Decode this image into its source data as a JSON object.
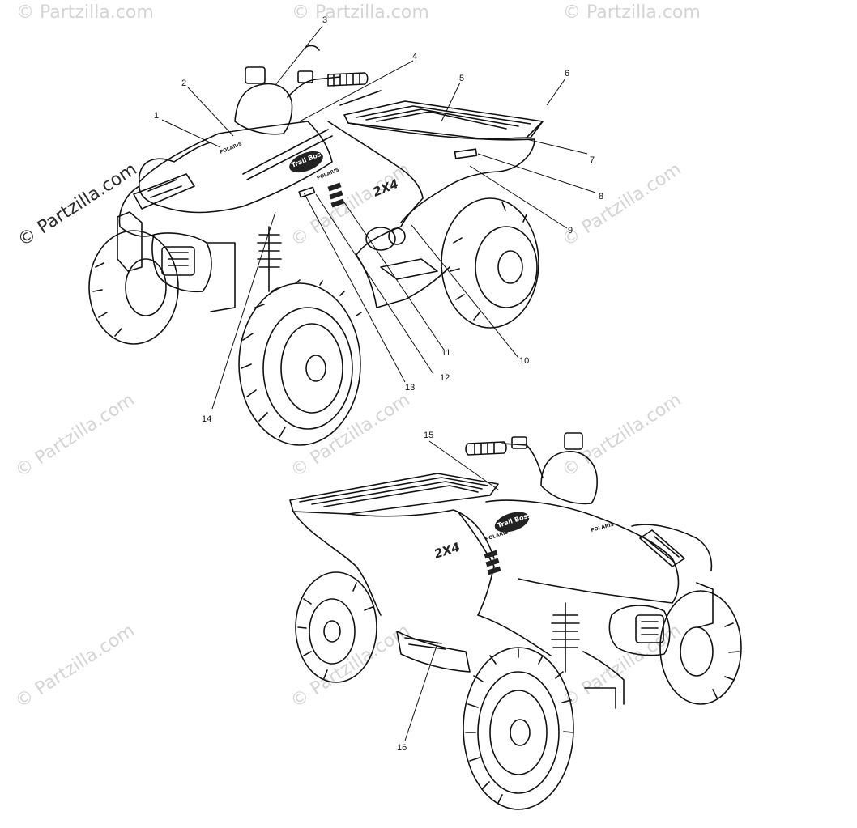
{
  "watermark": {
    "text": "© Partzilla.com",
    "color_light": "#d4d4d4",
    "color_dark": "#2a2a2a"
  },
  "decals": {
    "model_name": "Trail Boss",
    "drive_badge": "2X4",
    "brand": "POLARIS"
  },
  "callouts": [
    {
      "number": "1"
    },
    {
      "number": "2"
    },
    {
      "number": "3"
    },
    {
      "number": "4"
    },
    {
      "number": "5"
    },
    {
      "number": "6"
    },
    {
      "number": "7"
    },
    {
      "number": "8"
    },
    {
      "number": "9"
    },
    {
      "number": "10"
    },
    {
      "number": "11"
    },
    {
      "number": "12"
    },
    {
      "number": "13"
    },
    {
      "number": "14"
    },
    {
      "number": "15"
    },
    {
      "number": "16"
    }
  ],
  "colors": {
    "line": "#111111",
    "background": "#ffffff"
  }
}
